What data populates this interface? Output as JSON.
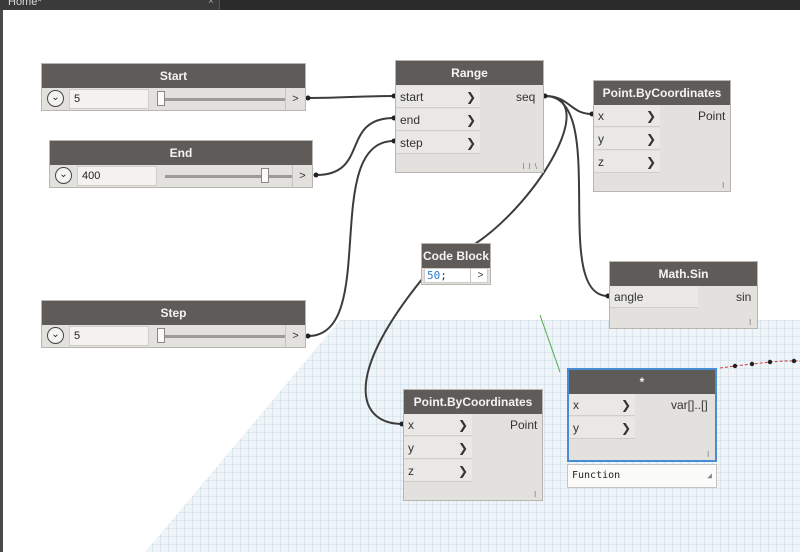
{
  "tabs": [
    {
      "label": "Home*",
      "close": "×"
    }
  ],
  "nodes": {
    "start": {
      "title": "Start",
      "value": "5",
      "out": ">",
      "level": 0.0
    },
    "end": {
      "title": "End",
      "value": "400",
      "out": ">",
      "level": 0.8
    },
    "step": {
      "title": "Step",
      "value": "5",
      "out": ">",
      "level": 0.0
    },
    "range": {
      "title": "Range",
      "inputs": [
        "start",
        "end",
        "step"
      ],
      "output": "seq",
      "lacing": "l l \\"
    },
    "code_block": {
      "title": "Code Block",
      "code_number": "50",
      "code_suffix": ";",
      "out": ">"
    },
    "point_top": {
      "title": "Point.ByCoordinates",
      "inputs": [
        "x",
        "y",
        "z"
      ],
      "output": "Point",
      "lacing": "l"
    },
    "math_sin": {
      "title": "Math.Sin",
      "input": "angle",
      "output": "sin",
      "lacing": "l"
    },
    "point_bottom": {
      "title": "Point.ByCoordinates",
      "inputs": [
        "x",
        "y",
        "z"
      ],
      "output": "Point",
      "lacing": "l"
    },
    "multiply": {
      "title": "*",
      "inputs": [
        "x",
        "y"
      ],
      "output": "var[]..[]",
      "lacing": "l"
    }
  },
  "function_dropdown": {
    "value": "Function"
  },
  "arrow_glyph": "❯",
  "chevron_glyph": "⌄",
  "colors": {
    "node_title_bg": "#5f5b58",
    "node_body": "#e3e1de",
    "selected_border": "#4a8cd4",
    "wire": "#3c3c3c",
    "code_number": "#2a7bd0"
  }
}
